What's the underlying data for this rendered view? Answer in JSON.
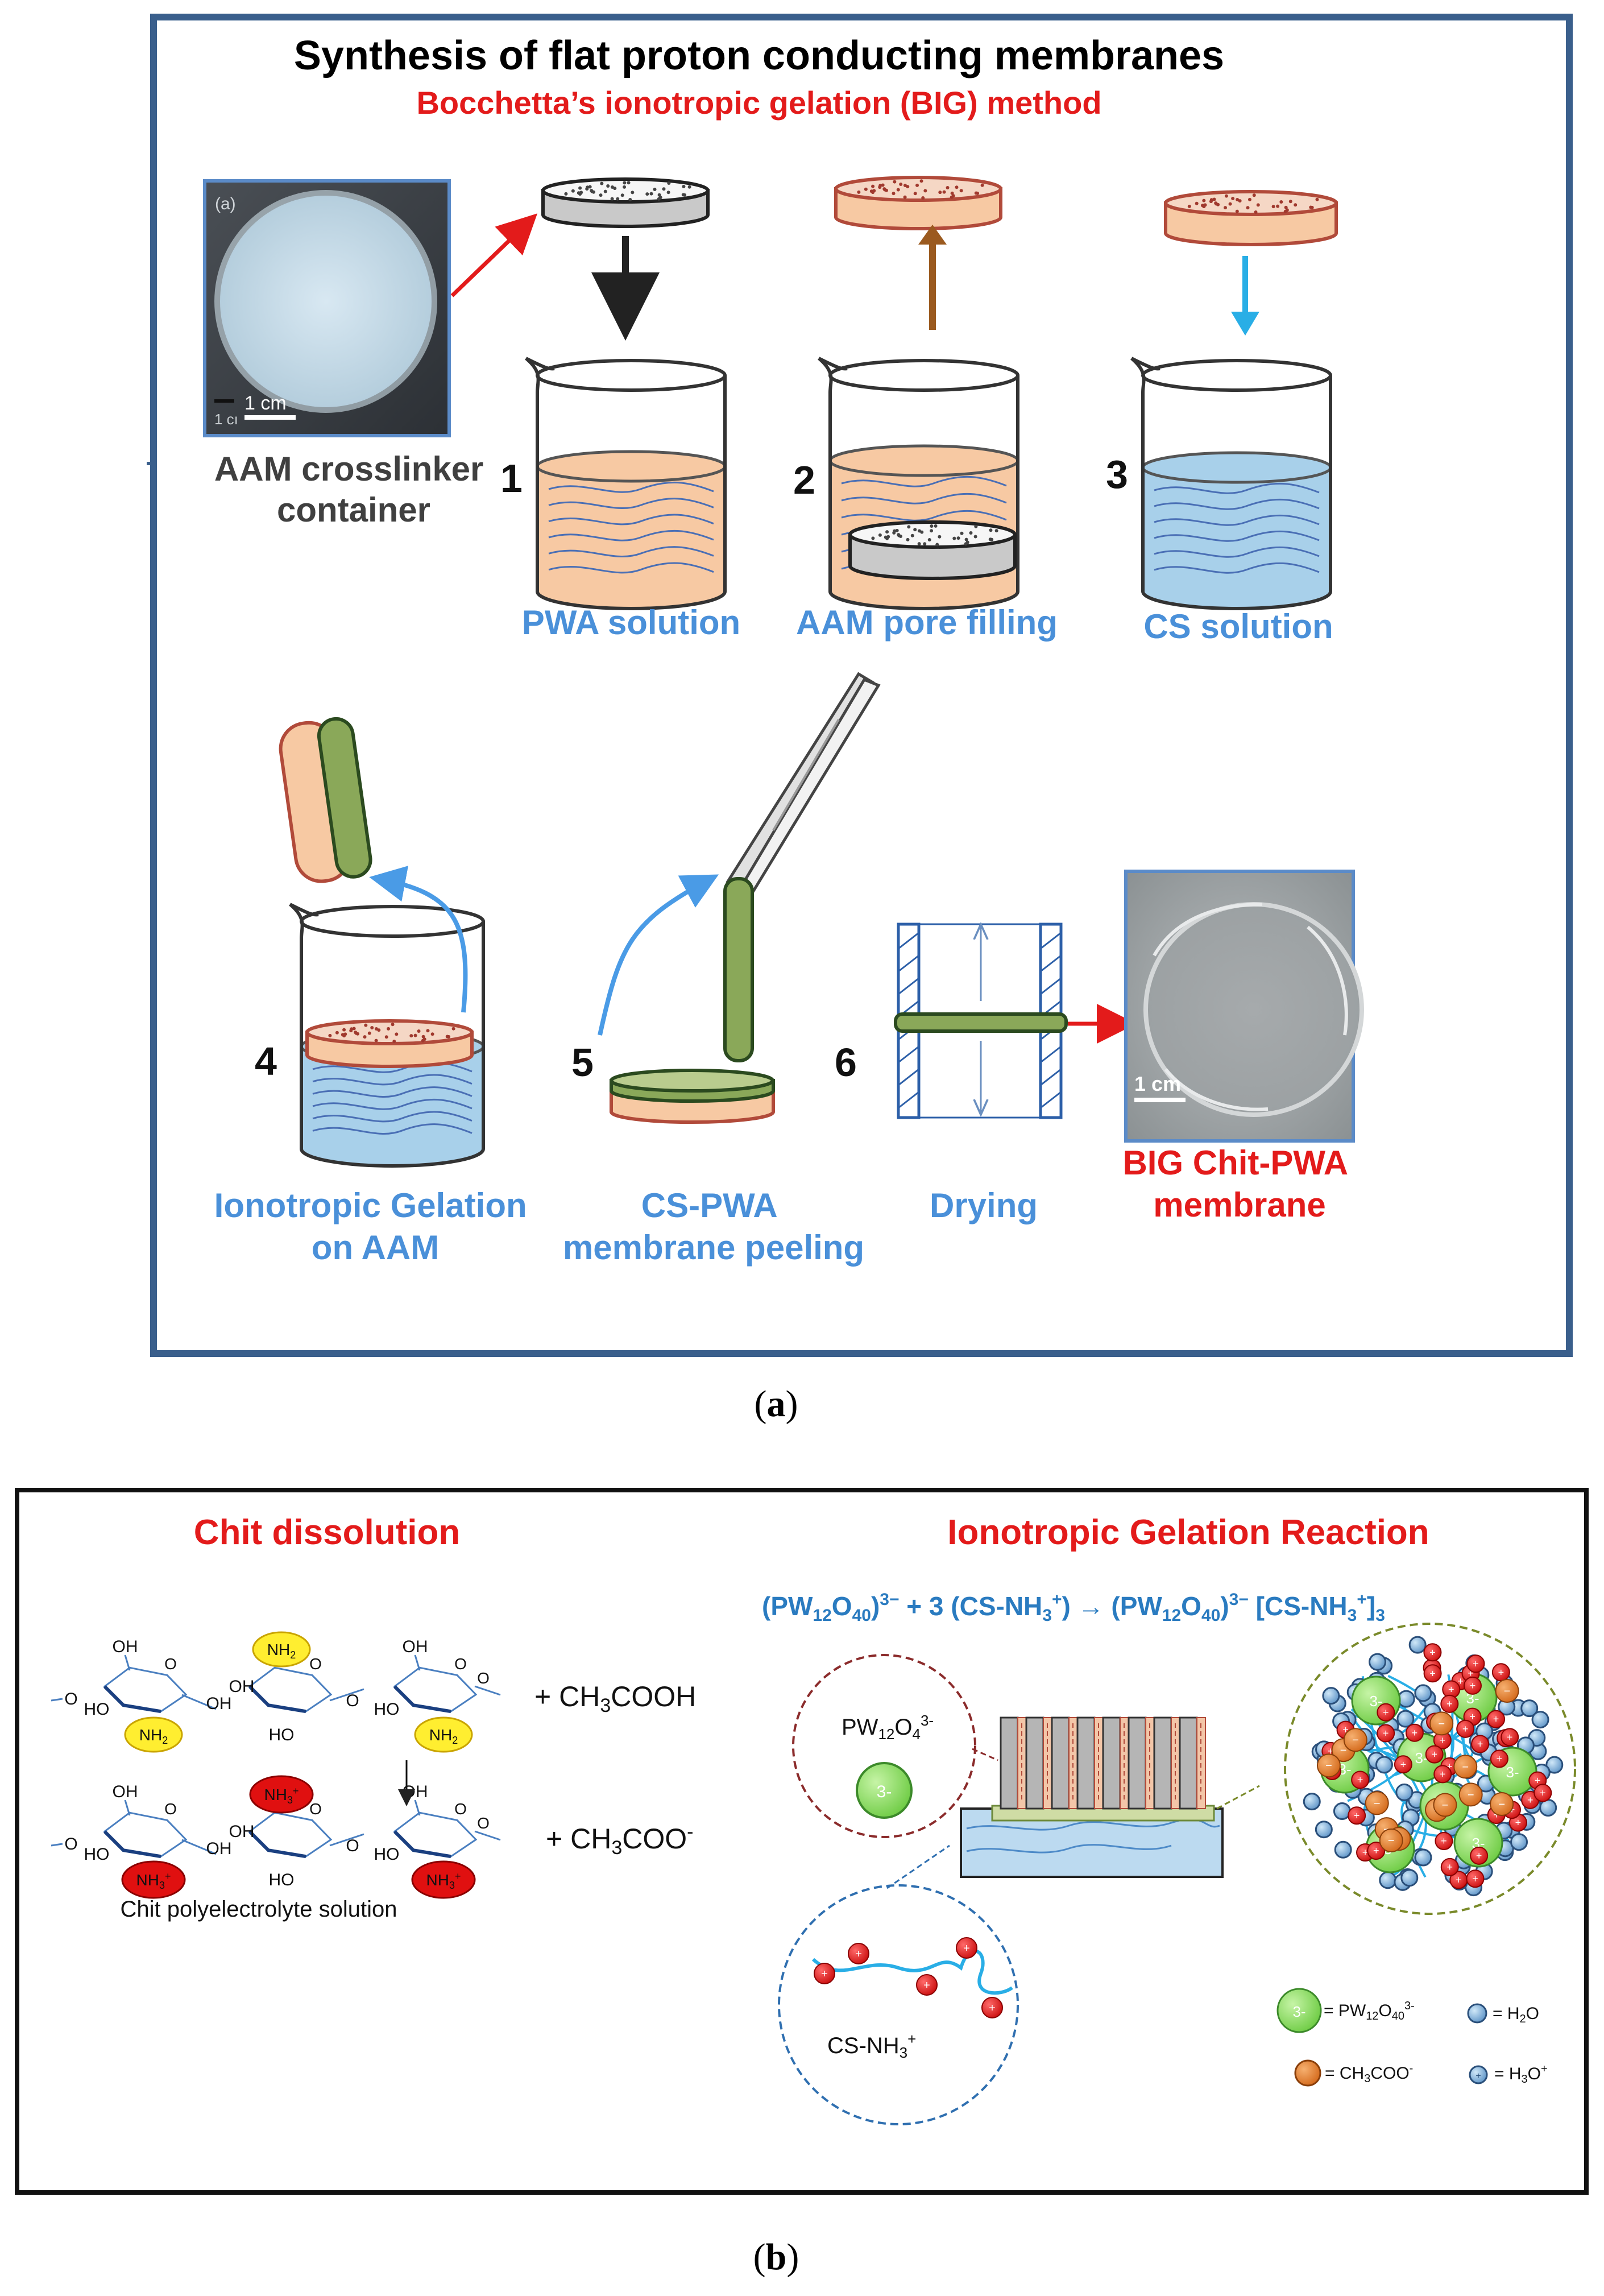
{
  "panel_a": {
    "title": "Synthesis of flat proton conducting membranes",
    "subtitle": "Bocchetta’s ionotropic gelation (BIG) method",
    "photo1": {
      "tag": "(a)",
      "scale": "1 cm",
      "scale_faded": "1 cı"
    },
    "aam_label": [
      "AAM crosslinker",
      "container"
    ],
    "steps": [
      {
        "num": "1",
        "label": [
          "PWA solution"
        ]
      },
      {
        "num": "2",
        "label": [
          "AAM pore filling"
        ]
      },
      {
        "num": "3",
        "label": [
          "CS solution"
        ]
      },
      {
        "num": "4",
        "label": [
          "Ionotropic Gelation",
          "on AAM"
        ]
      },
      {
        "num": "5",
        "label": [
          "CS-PWA",
          "membrane peeling"
        ]
      },
      {
        "num": "6",
        "label": [
          "Drying"
        ]
      }
    ],
    "photo2": {
      "scale": "1 cm"
    },
    "result_label": [
      "BIG Chit-PWA",
      "membrane"
    ],
    "caption": "(a)"
  },
  "panel_b": {
    "left_title": "Chit dissolution",
    "right_title": "Ionotropic Gelation Reaction",
    "equation": {
      "lhs": "(PW12O40)3− + 3 (CS-NH3+)",
      "arrow": "→",
      "rhs": "(PW12O40)3− [CS-NH3+]3"
    },
    "groups": {
      "oh": "OH",
      "ho": "HO",
      "o": "O",
      "nh2": "NH2",
      "nh3": "NH3+"
    },
    "reagent": "+ CH3COOH",
    "product": "+ CH3COO-",
    "solution_label": "Chit polyelectrolyte solution",
    "zoom_pw": "PW12O43-",
    "zoom_cs": "CS-NH3+",
    "charge": "3-",
    "legend": [
      {
        "key": "pw",
        "text": "= PW12O403-"
      },
      {
        "key": "water",
        "text": "= H2O"
      },
      {
        "key": "acetate",
        "text": "= CH3COO-"
      },
      {
        "key": "hydronium",
        "text": "= H3O+"
      }
    ],
    "caption": "(b)"
  },
  "colors": {
    "frame_a": "#3a5f8c",
    "red": "#e31b1b",
    "blue_label": "#4a90d9",
    "orange_liquid": "#f7c9a3",
    "blue_liquid": "#a8d0ea",
    "green_membrane": "#8aa859",
    "green_sphere": "#8fdc6a",
    "eq_blue": "#2a7bc0"
  }
}
